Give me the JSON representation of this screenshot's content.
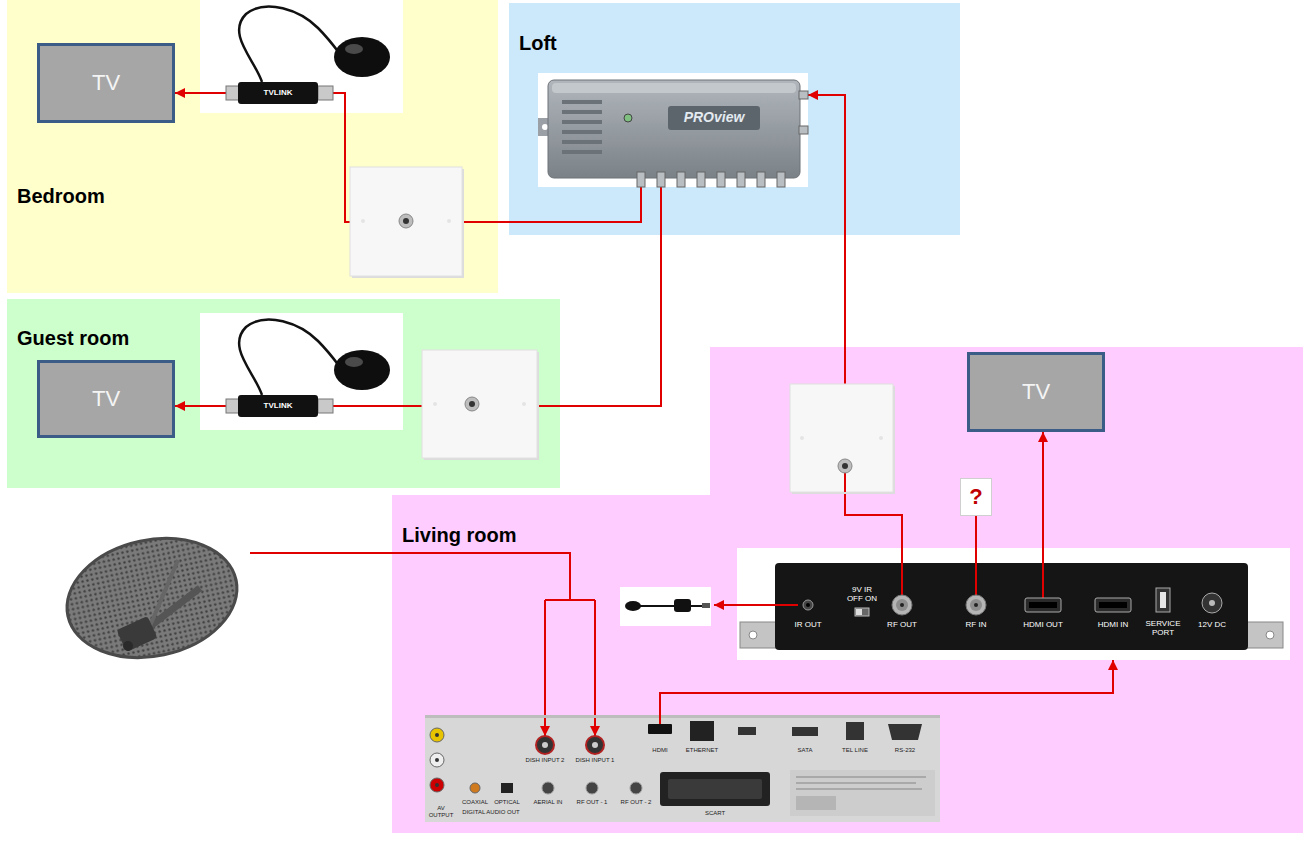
{
  "diagram": {
    "nodes": [
      {
        "text": [
          "Bedroom"
        ]
      },
      {
        "text": [
          "TVLINK"
        ],
        "in": 0
      },
      {
        "text": [
          "TV"
        ],
        "in": 0
      },
      {
        "text": [
          "Loft"
        ]
      },
      {
        "text": [
          "PROview"
        ],
        "in": 3
      },
      {
        "text": [
          "Guest room"
        ]
      },
      {
        "text": [
          "TVLINK"
        ],
        "in": 5
      },
      {
        "text": [
          "TV"
        ],
        "in": 5
      },
      {
        "text": [
          "Living room"
        ]
      },
      {
        "text": [
          "TV"
        ],
        "in": 8
      },
      {
        "text": [
          "?"
        ],
        "in": 8
      },
      {
        "text": [
          "IR OUT",
          "9V IR OFF ON",
          "RF OUT",
          "RF IN",
          "HDMI OUT",
          "HDMI IN",
          "SERVICE PORT",
          "12V DC"
        ],
        "in": 8
      },
      {
        "text": [
          "DISH INPUT 2",
          "DISH INPUT 1",
          "HDMI",
          "ETHERNET",
          "SATA",
          "TEL LINE",
          "RS-232",
          "AV OUTPUT",
          "COAXIAL",
          "OPTICAL",
          "DIGITAL AUDIO OUT",
          "AERIAL IN",
          "RF OUT - 1",
          "RF OUT - 2",
          "SCART"
        ],
        "in": 8
      }
    ],
    "edges": [
      {
        "from": 1,
        "to": 2,
        "arrow": "to"
      },
      {
        "from": 4,
        "to": 1,
        "arrow": "none"
      },
      {
        "from": 6,
        "to": 7,
        "arrow": "to"
      },
      {
        "from": 4,
        "to": 6,
        "arrow": "none"
      },
      {
        "from": 11,
        "to": 4,
        "arrow": "to"
      },
      {
        "from": 10,
        "to": 11,
        "arrow": "none"
      },
      {
        "from": 11,
        "to": 9,
        "arrow": "to"
      },
      {
        "from": 12,
        "to": 11,
        "arrow": "to"
      }
    ]
  }
}
